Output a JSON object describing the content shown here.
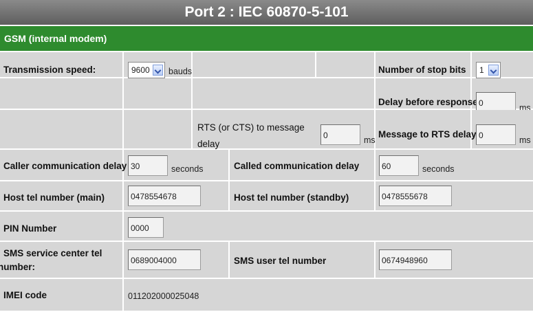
{
  "title": "Port 2 : IEC 60870-5-101",
  "section": "GSM (internal modem)",
  "rows": {
    "transmission_speed": {
      "label": "Transmission speed:",
      "value": "9600",
      "unit": "bauds"
    },
    "stop_bits": {
      "label": "Number of stop bits",
      "value": "1"
    },
    "delay_before_response": {
      "label": "Delay before response",
      "value": "0",
      "unit": "ms"
    },
    "rts_to_message_delay": {
      "label_line1": "RTS (or CTS) to message",
      "label_line2": "delay",
      "value": "0",
      "unit": "ms"
    },
    "message_to_rts_delay": {
      "label": "Message to RTS delay",
      "value": "0",
      "unit": "ms"
    },
    "caller_communication_delay": {
      "label": "Caller communication delay",
      "value": "30",
      "unit": "seconds"
    },
    "called_communication_delay": {
      "label": "Called communication delay",
      "value": "60",
      "unit": "seconds"
    },
    "host_tel_main": {
      "label": "Host tel number (main)",
      "value": "0478554678"
    },
    "host_tel_standby": {
      "label": "Host tel number (standby)",
      "value": "0478555678"
    },
    "pin_number": {
      "label": "PIN Number",
      "value": "0000"
    },
    "sms_service_center": {
      "label_line1": "SMS service center tel",
      "label_line2": "number:",
      "value": "0689004000"
    },
    "sms_user_tel": {
      "label": "SMS user tel number",
      "value": "0674948960"
    },
    "imei_code": {
      "label": "IMEI code",
      "value": "011202000025048"
    }
  },
  "colors": {
    "header_gray": "#6f6f6f",
    "section_green": "#2e8b2e",
    "cell_gray": "#d6d6d6"
  },
  "icons": {
    "select_arrow": "chevron-down-icon"
  }
}
